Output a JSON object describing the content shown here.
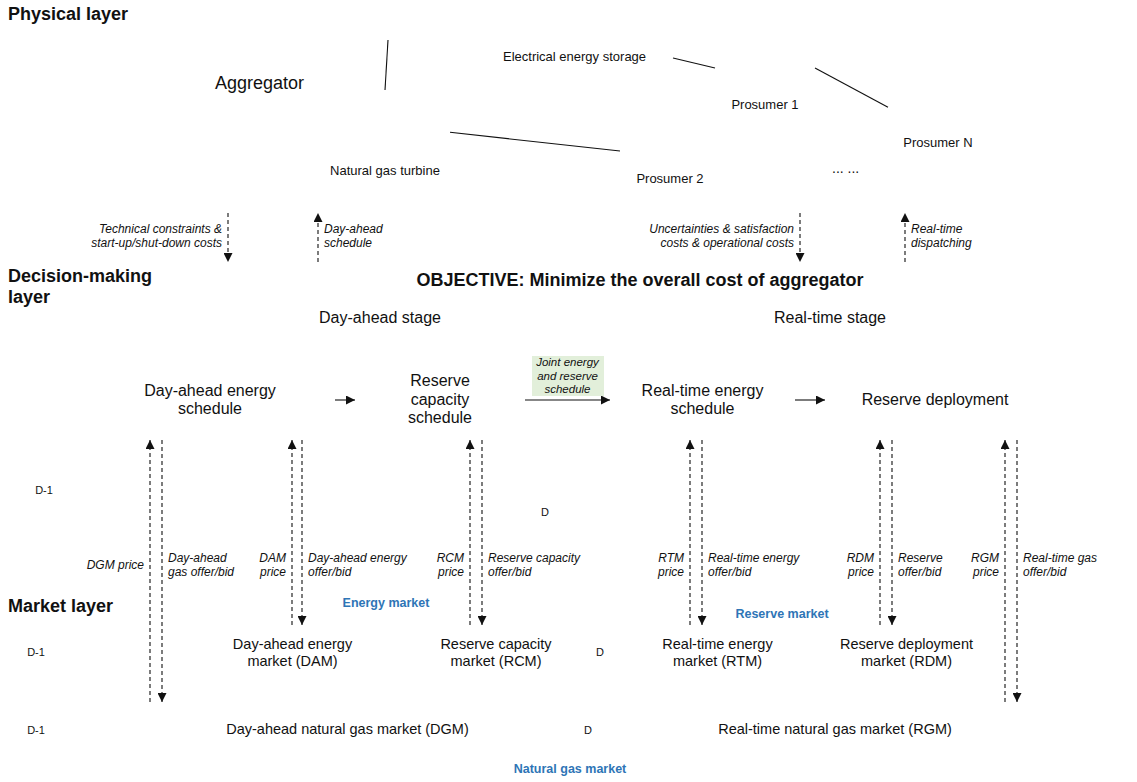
{
  "diagram": {
    "nodes": [
      {
        "text": [
          "Physical layer"
        ]
      },
      {
        "text": [
          "Aggregator"
        ],
        "in": 0
      },
      {
        "text": [
          "Electrical energy storage"
        ],
        "in": 1
      },
      {
        "text": [
          "Natural gas turbine"
        ],
        "in": 1
      },
      {
        "text": [
          "Prosumer 1"
        ],
        "in": 1
      },
      {
        "text": [
          "Prosumer 2"
        ],
        "in": 1
      },
      {
        "text": [
          "Prosumer N"
        ],
        "in": 1
      },
      {
        "text": [
          "Decision-making layer"
        ]
      },
      {
        "text": [
          "Day-ahead stage"
        ],
        "in": 7
      },
      {
        "text": [
          "Real-time stage"
        ],
        "in": 7
      },
      {
        "text": [
          "D-1"
        ],
        "in": 7
      },
      {
        "text": [
          "Day-ahead energy schedule"
        ],
        "in": 7
      },
      {
        "text": [
          "Reserve capacity schedule"
        ],
        "in": 7
      },
      {
        "text": [
          "D"
        ],
        "in": 7
      },
      {
        "text": [
          "Real-time energy schedule"
        ],
        "in": 7
      },
      {
        "text": [
          "Reserve deployment"
        ],
        "in": 7
      },
      {
        "text": [
          "Market layer"
        ]
      },
      {
        "text": [
          "D-1"
        ],
        "in": 16
      },
      {
        "text": [
          "Day-ahead energy market (DAM)"
        ],
        "in": 16
      },
      {
        "text": [
          "Reserve capacity market (RCM)"
        ],
        "in": 16
      },
      {
        "text": [
          "D"
        ],
        "in": 16
      },
      {
        "text": [
          "Real-time energy market (RTM)"
        ],
        "in": 16
      },
      {
        "text": [
          "Reserve deployment market (RDM)"
        ],
        "in": 16
      },
      {
        "text": [
          "D-1"
        ],
        "in": 16
      },
      {
        "text": [
          "Day-ahead natural gas market (DGM)"
        ],
        "in": 16
      },
      {
        "text": [
          "D"
        ],
        "in": 16
      },
      {
        "text": [
          "Real-time natural gas market (RGM)"
        ],
        "in": 16
      }
    ],
    "edges": [
      {
        "from": 2,
        "to": 3,
        "arrow": "none"
      },
      {
        "from": 2,
        "to": 4,
        "arrow": "none"
      },
      {
        "from": 3,
        "to": 5,
        "arrow": "none"
      },
      {
        "from": 4,
        "to": 6,
        "arrow": "none"
      },
      {
        "from": 0,
        "to": 7,
        "label": "Technical constraints & start-up/shut-down costs",
        "arrow": "to"
      },
      {
        "from": 7,
        "to": 0,
        "label": "Day-ahead schedule",
        "arrow": "to"
      },
      {
        "from": 0,
        "to": 7,
        "label": "Uncertainties & satisfaction costs & operational costs",
        "arrow": "to"
      },
      {
        "from": 7,
        "to": 0,
        "label": "Real-time dispatching",
        "arrow": "to"
      },
      {
        "from": 11,
        "to": 12,
        "arrow": "to"
      },
      {
        "from": 12,
        "to": 14,
        "label": "Joint energy and reserve schedule",
        "arrow": "to"
      },
      {
        "from": 14,
        "to": 15,
        "arrow": "to"
      },
      {
        "from": 24,
        "to": 11,
        "label": "DGM price",
        "arrow": "to"
      },
      {
        "from": 11,
        "to": 24,
        "label": "Day-ahead gas offer/bid",
        "arrow": "to"
      },
      {
        "from": 18,
        "to": 11,
        "label": "DAM price",
        "arrow": "to"
      },
      {
        "from": 11,
        "to": 18,
        "label": "Day-ahead energy offer/bid",
        "arrow": "to"
      },
      {
        "from": 19,
        "to": 12,
        "label": "RCM price",
        "arrow": "to"
      },
      {
        "from": 12,
        "to": 19,
        "label": "Reserve capacity offer/bid",
        "arrow": "to"
      },
      {
        "from": 21,
        "to": 14,
        "label": "RTM price",
        "arrow": "to"
      },
      {
        "from": 14,
        "to": 21,
        "label": "Real-time energy offer/bid",
        "arrow": "to"
      },
      {
        "from": 22,
        "to": 15,
        "label": "RDM price",
        "arrow": "to"
      },
      {
        "from": 15,
        "to": 22,
        "label": "Reserve offer/bid",
        "arrow": "to"
      },
      {
        "from": 26,
        "to": 15,
        "label": "RGM price",
        "arrow": "to"
      },
      {
        "from": 15,
        "to": 26,
        "label": "Real-time gas offer/bid",
        "arrow": "to"
      }
    ],
    "labels": [
      "OBJECTIVE: Minimize the overall cost of aggregator",
      "... ...",
      "Energy market",
      "Reserve market",
      "Natural gas market"
    ]
  }
}
